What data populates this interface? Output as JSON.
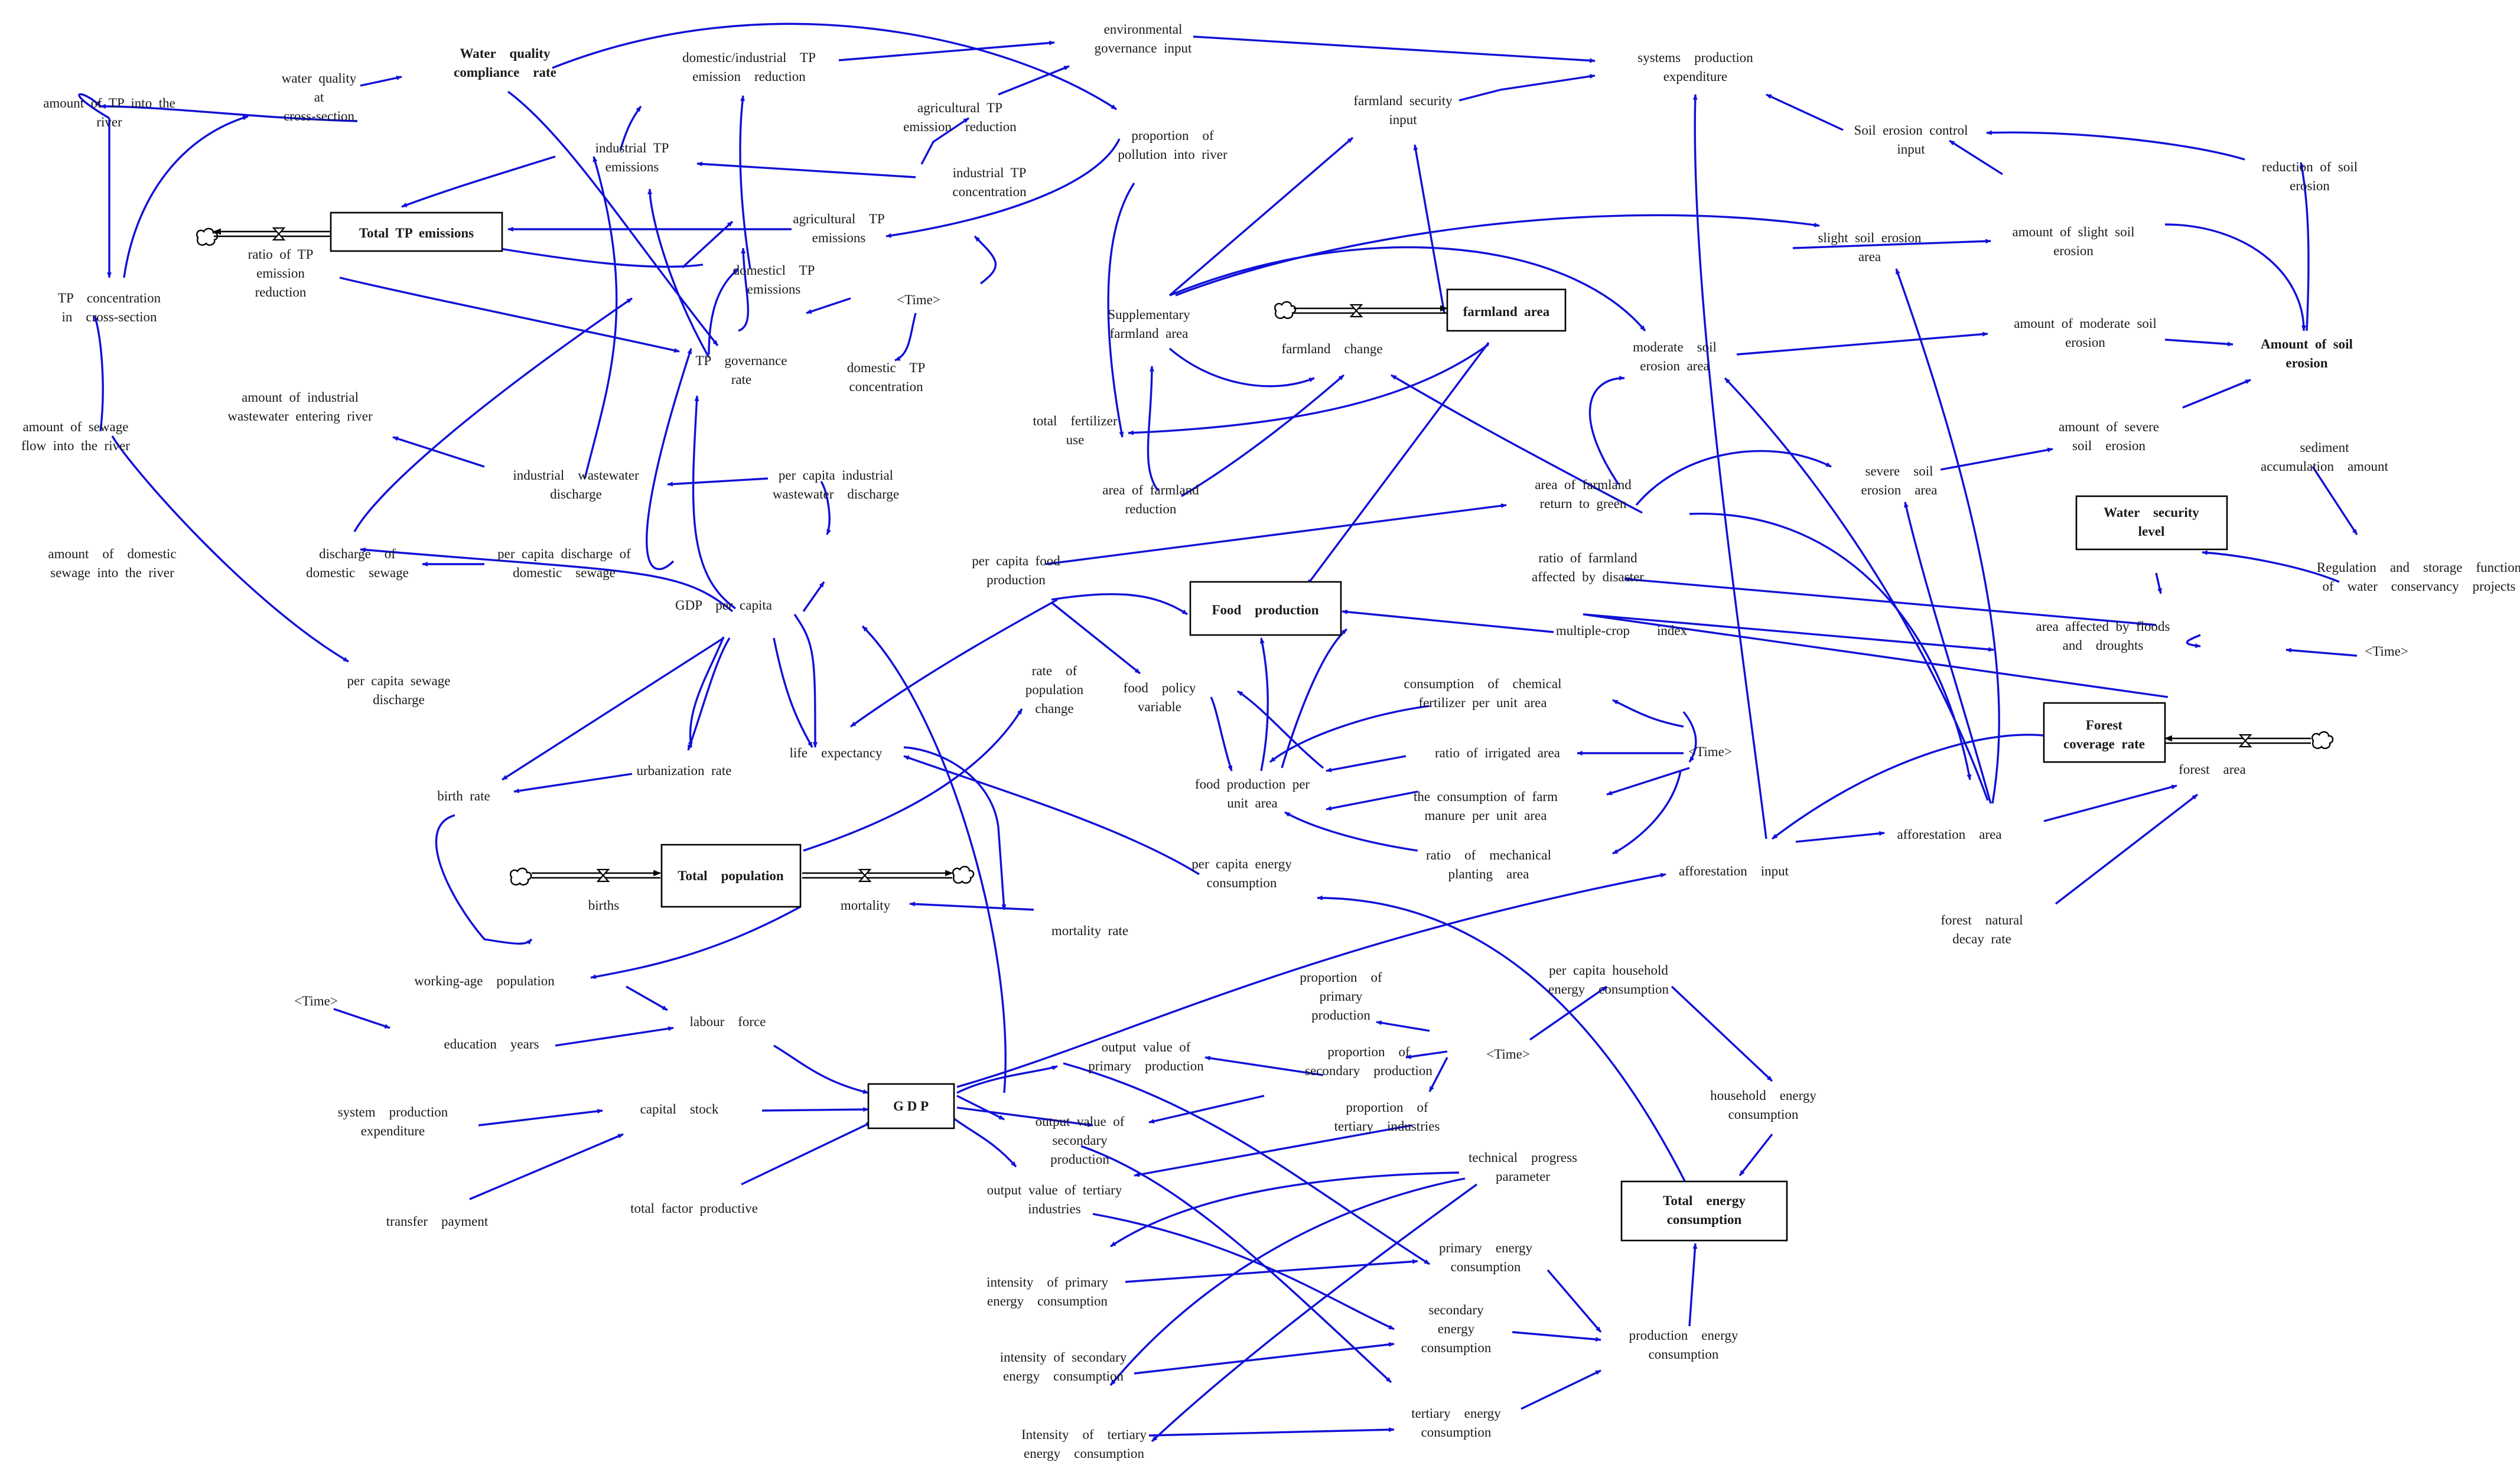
{
  "colors": {
    "link": "#1010d8",
    "stock_border": "#000000",
    "text": "#1a1a1a",
    "background": "#ffffff"
  },
  "stocks": [
    {
      "id": "total_tp",
      "lines": [
        "Total  TP  emissions"
      ]
    },
    {
      "id": "farmland_area",
      "lines": [
        "farmland  area"
      ]
    },
    {
      "id": "food_production",
      "lines": [
        "Food    production"
      ]
    },
    {
      "id": "total_population",
      "lines": [
        "Total    population"
      ]
    },
    {
      "id": "gdp",
      "lines": [
        "G D P"
      ]
    },
    {
      "id": "forest_coverage",
      "lines": [
        "Forest",
        "coverage  rate"
      ]
    },
    {
      "id": "total_energy",
      "lines": [
        "Total    energy",
        "consumption"
      ]
    },
    {
      "id": "water_security",
      "lines": [
        "Water    security",
        "level"
      ]
    }
  ],
  "variables": [
    {
      "id": "water_quality_compliance",
      "lines": [
        "Water    quality",
        "compliance    rate"
      ],
      "bold": true
    },
    {
      "id": "amount_of_soil_erosion",
      "lines": [
        "Amount  of  soil",
        "erosion"
      ],
      "bold": true
    },
    {
      "id": "amount_tp_into_river",
      "lines": [
        "amount  of  TP  into  the",
        "river"
      ]
    },
    {
      "id": "water_quality_cross_section",
      "lines": [
        "water  quality",
        "at",
        "cross-section"
      ]
    },
    {
      "id": "domestic_industrial_tp_reduction",
      "lines": [
        "domestic/industrial    TP",
        "emission    reduction"
      ]
    },
    {
      "id": "environmental_governance_input",
      "lines": [
        "environmental",
        "governance  input"
      ]
    },
    {
      "id": "systems_production_expenditure",
      "lines": [
        "systems    production",
        "expenditure"
      ]
    },
    {
      "id": "agricultural_tp_reduction",
      "lines": [
        "agricultural  TP",
        "emission    reduction"
      ]
    },
    {
      "id": "proportion_pollution_river",
      "lines": [
        "proportion    of",
        "pollution  into  river"
      ]
    },
    {
      "id": "farmland_security_input",
      "lines": [
        "farmland  security",
        "input"
      ]
    },
    {
      "id": "soil_erosion_control_input",
      "lines": [
        "Soil  erosion  control",
        "input"
      ]
    },
    {
      "id": "industrial_tp_emissions",
      "lines": [
        "industrial  TP",
        "emissions"
      ]
    },
    {
      "id": "industrial_tp_concentration",
      "lines": [
        "industrial  TP",
        "concentration"
      ]
    },
    {
      "id": "reduction_soil_erosion",
      "lines": [
        "reduction  of  soil",
        "erosion"
      ]
    },
    {
      "id": "ratio_tp_reduction",
      "lines": [
        "ratio  of  TP",
        "emission",
        "reduction"
      ]
    },
    {
      "id": "agricultural_tp_emissions",
      "lines": [
        "agricultural    TP",
        "emissions"
      ]
    },
    {
      "id": "slight_soil_erosion_area",
      "lines": [
        "slight  soil  erosion",
        "area"
      ]
    },
    {
      "id": "amount_slight_soil_erosion",
      "lines": [
        "amount  of  slight  soil",
        "erosion"
      ]
    },
    {
      "id": "domestic_tp_emissions",
      "lines": [
        "domesticl    TP",
        "emissions"
      ]
    },
    {
      "id": "time_1",
      "lines": [
        "<Time>"
      ]
    },
    {
      "id": "tp_concentration_cross_section",
      "lines": [
        "TP    concentration",
        "in    cross-section"
      ]
    },
    {
      "id": "supplementary_farmland_area",
      "lines": [
        "Supplementary",
        "farmland  area"
      ]
    },
    {
      "id": "farmland_change",
      "lines": [
        "farmland    change"
      ]
    },
    {
      "id": "moderate_soil_erosion_area",
      "lines": [
        "moderate    soil",
        "erosion  area"
      ]
    },
    {
      "id": "amount_moderate_soil_erosion",
      "lines": [
        "amount  of  moderate  soil",
        "erosion"
      ]
    },
    {
      "id": "tp_governance_rate",
      "lines": [
        "TP    governance",
        "rate"
      ]
    },
    {
      "id": "domestic_tp_concentration",
      "lines": [
        "domestic    TP",
        "concentration"
      ]
    },
    {
      "id": "amount_industrial_wastewater_river",
      "lines": [
        "amount  of  industrial",
        "wastewater  entering  river"
      ]
    },
    {
      "id": "total_fertilizer_use",
      "lines": [
        "total    fertilizer",
        "use"
      ]
    },
    {
      "id": "amount_sewage_river",
      "lines": [
        "amount  of  sewage",
        "flow  into  the  river"
      ]
    },
    {
      "id": "amount_severe_soil_erosion",
      "lines": [
        "amount  of  severe",
        "soil    erosion"
      ]
    },
    {
      "id": "severe_soil_erosion_area",
      "lines": [
        "severe    soil",
        "erosion    area"
      ]
    },
    {
      "id": "sediment_accumulation",
      "lines": [
        "sediment",
        "accumulation    amount"
      ]
    },
    {
      "id": "industrial_wastewater_discharge",
      "lines": [
        "industrial    wastewater",
        "discharge"
      ]
    },
    {
      "id": "per_capita_industrial_wastewater",
      "lines": [
        "per  capita  industrial",
        "wastewater    discharge"
      ]
    },
    {
      "id": "area_farmland_reduction",
      "lines": [
        "area  of  farmland",
        "reduction"
      ]
    },
    {
      "id": "area_farmland_return_green",
      "lines": [
        "area  of  farmland",
        "return  to  green"
      ]
    },
    {
      "id": "amount_domestic_sewage_river",
      "lines": [
        "amount    of    domestic",
        "sewage  into  the  river"
      ]
    },
    {
      "id": "discharge_domestic_sewage",
      "lines": [
        "discharge    of",
        "domestic    sewage"
      ]
    },
    {
      "id": "per_capita_discharge_domestic_sewage",
      "lines": [
        "per  capita  discharge  of",
        "domestic    sewage"
      ]
    },
    {
      "id": "per_capita_food_production",
      "lines": [
        "per  capita  food",
        "production"
      ]
    },
    {
      "id": "ratio_farmland_disaster",
      "lines": [
        "ratio  of  farmland",
        "affected  by  disaster"
      ]
    },
    {
      "id": "regulation_storage_function",
      "lines": [
        "Regulation    and    storage    function",
        "of    water    conservancy    projects"
      ]
    },
    {
      "id": "gdp_per_capita",
      "lines": [
        "GDP    per  capita"
      ]
    },
    {
      "id": "multiple_crop_index",
      "lines": [
        "multiple-crop        index"
      ]
    },
    {
      "id": "area_floods_droughts",
      "lines": [
        "area  affected  by  floods",
        "and    droughts"
      ]
    },
    {
      "id": "time_2",
      "lines": [
        "<Time>"
      ]
    },
    {
      "id": "rate_population_change",
      "lines": [
        "rate    of",
        "population",
        "change"
      ]
    },
    {
      "id": "per_capita_sewage_discharge",
      "lines": [
        "per  capita  sewage",
        "discharge"
      ]
    },
    {
      "id": "food_policy_variable",
      "lines": [
        "food    policy",
        "variable"
      ]
    },
    {
      "id": "consumption_chemical_fertilizer",
      "lines": [
        "consumption    of    chemical",
        "fertilizer  per  unit  area"
      ]
    },
    {
      "id": "life_expectancy",
      "lines": [
        "life    expectancy"
      ]
    },
    {
      "id": "time_3",
      "lines": [
        "<Time>"
      ]
    },
    {
      "id": "ratio_irrigated_area",
      "lines": [
        "ratio  of  irrigated  area"
      ]
    },
    {
      "id": "forest_area",
      "lines": [
        "forest    area"
      ]
    },
    {
      "id": "urbanization_rate",
      "lines": [
        "urbanization  rate"
      ]
    },
    {
      "id": "food_production_unit_area",
      "lines": [
        "food  production  per",
        "unit  area"
      ]
    },
    {
      "id": "consumption_farm_manure",
      "lines": [
        "the  consumption  of  farm",
        "manure  per  unit  area"
      ]
    },
    {
      "id": "birth_rate",
      "lines": [
        "birth  rate"
      ]
    },
    {
      "id": "afforestation_area",
      "lines": [
        "afforestation    area"
      ]
    },
    {
      "id": "ratio_mechanical_planting",
      "lines": [
        "ratio    of    mechanical",
        "planting    area"
      ]
    },
    {
      "id": "per_capita_energy_consumption",
      "lines": [
        "per  capita  energy",
        "consumption"
      ]
    },
    {
      "id": "afforestation_input",
      "lines": [
        "afforestation    input"
      ]
    },
    {
      "id": "births",
      "lines": [
        "births"
      ]
    },
    {
      "id": "mortality",
      "lines": [
        "mortality"
      ]
    },
    {
      "id": "forest_natural_decay_rate",
      "lines": [
        "forest    natural",
        "decay  rate"
      ]
    },
    {
      "id": "mortality_rate",
      "lines": [
        "mortality  rate"
      ]
    },
    {
      "id": "per_capita_household_energy",
      "lines": [
        "per  capita  household",
        "energy    consumption"
      ]
    },
    {
      "id": "working_age_population",
      "lines": [
        "working-age    population"
      ]
    },
    {
      "id": "proportion_primary_production",
      "lines": [
        "proportion    of",
        "primary",
        "production"
      ]
    },
    {
      "id": "time_4",
      "lines": [
        "<Time>"
      ]
    },
    {
      "id": "education_years",
      "lines": [
        "education    years"
      ]
    },
    {
      "id": "labour_force",
      "lines": [
        "labour    force"
      ]
    },
    {
      "id": "output_primary_production",
      "lines": [
        "output  value  of",
        "primary    production"
      ]
    },
    {
      "id": "proportion_secondary_production",
      "lines": [
        "proportion    of",
        "secondary    production"
      ]
    },
    {
      "id": "time_5",
      "lines": [
        "<Time>"
      ]
    },
    {
      "id": "household_energy_consumption",
      "lines": [
        "household    energy",
        "consumption"
      ]
    },
    {
      "id": "system_production_expenditure",
      "lines": [
        "system    production",
        "expenditure"
      ]
    },
    {
      "id": "capital_stock",
      "lines": [
        "capital    stock"
      ]
    },
    {
      "id": "proportion_tertiary_industries",
      "lines": [
        "proportion    of",
        "tertiary    industries"
      ]
    },
    {
      "id": "output_secondary_production",
      "lines": [
        "output  value  of",
        "secondary",
        "production"
      ]
    },
    {
      "id": "technical_progress_parameter",
      "lines": [
        "technical    progress",
        "parameter"
      ]
    },
    {
      "id": "output_tertiary_industries",
      "lines": [
        "output  value  of  tertiary",
        "industries"
      ]
    },
    {
      "id": "transfer_payment",
      "lines": [
        "transfer    payment"
      ]
    },
    {
      "id": "total_factor_productive",
      "lines": [
        "total  factor  productive"
      ]
    },
    {
      "id": "primary_energy_consumption",
      "lines": [
        "primary    energy",
        "consumption"
      ]
    },
    {
      "id": "intensity_primary_energy",
      "lines": [
        "intensity    of  primary",
        "energy    consumption"
      ]
    },
    {
      "id": "secondary_energy_consumption",
      "lines": [
        "secondary",
        "energy",
        "consumption"
      ]
    },
    {
      "id": "production_energy_consumption",
      "lines": [
        "production    energy",
        "consumption"
      ]
    },
    {
      "id": "intensity_secondary_energy",
      "lines": [
        "intensity  of  secondary",
        "energy    consumption"
      ]
    },
    {
      "id": "tertiary_energy_consumption",
      "lines": [
        "tertiary    energy",
        "consumption"
      ]
    },
    {
      "id": "intensity_tertiary_energy",
      "lines": [
        "Intensity    of    tertiary",
        "energy    consumption"
      ]
    }
  ]
}
